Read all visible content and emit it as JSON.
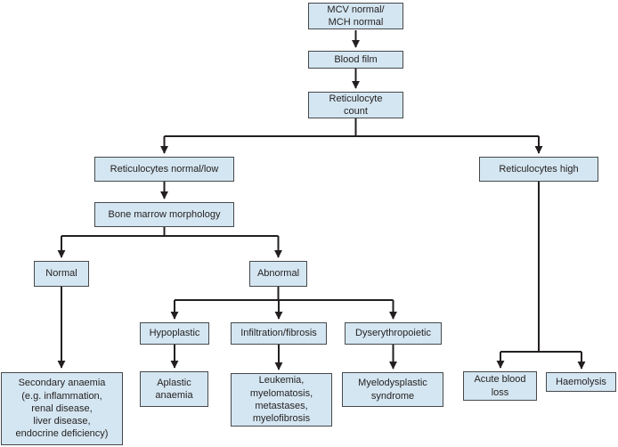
{
  "colors": {
    "background": "#ffffff",
    "node_fill": "#d4e6f1",
    "node_border": "#46494c",
    "connector": "#231f20",
    "text": "#231f20"
  },
  "diagram": {
    "type": "flowchart",
    "nodes": {
      "mcv_mch": {
        "label": "MCV normal/\nMCH normal"
      },
      "blood_film": {
        "label": "Blood film"
      },
      "reticulocyte_count": {
        "label": "Reticulocyte\ncount"
      },
      "retic_normal_low": {
        "label": "Reticulocytes normal/low"
      },
      "retic_high": {
        "label": "Reticulocytes high"
      },
      "bone_marrow": {
        "label": "Bone marrow morphology"
      },
      "normal": {
        "label": "Normal"
      },
      "abnormal": {
        "label": "Abnormal"
      },
      "hypoplastic": {
        "label": "Hypoplastic"
      },
      "infiltration_fibrosis": {
        "label": "Infiltration/fibrosis"
      },
      "dyserythropoietic": {
        "label": "Dyserythropoietic"
      },
      "secondary_anaemia": {
        "label": "Secondary anaemia\n(e.g. inflammation,\nrenal disease,\nliver disease,\nendocrine deficiency)"
      },
      "aplastic_anaemia": {
        "label": "Aplastic\nanaemia"
      },
      "leukemia_group": {
        "label": "Leukemia,\nmyelomatosis,\nmetastases,\nmyelofibrosis"
      },
      "myelodysplastic": {
        "label": "Myelodysplastic\nsyndrome"
      },
      "acute_blood_loss": {
        "label": "Acute blood\nloss"
      },
      "haemolysis": {
        "label": "Haemolysis"
      }
    },
    "edges": [
      {
        "from": "mcv_mch",
        "to": "blood_film"
      },
      {
        "from": "blood_film",
        "to": "reticulocyte_count"
      },
      {
        "from": "reticulocyte_count",
        "to": "retic_normal_low"
      },
      {
        "from": "reticulocyte_count",
        "to": "retic_high"
      },
      {
        "from": "retic_normal_low",
        "to": "bone_marrow"
      },
      {
        "from": "bone_marrow",
        "to": "normal"
      },
      {
        "from": "bone_marrow",
        "to": "abnormal"
      },
      {
        "from": "normal",
        "to": "secondary_anaemia"
      },
      {
        "from": "abnormal",
        "to": "hypoplastic"
      },
      {
        "from": "abnormal",
        "to": "infiltration_fibrosis"
      },
      {
        "from": "abnormal",
        "to": "dyserythropoietic"
      },
      {
        "from": "hypoplastic",
        "to": "aplastic_anaemia"
      },
      {
        "from": "infiltration_fibrosis",
        "to": "leukemia_group"
      },
      {
        "from": "dyserythropoietic",
        "to": "myelodysplastic"
      },
      {
        "from": "retic_high",
        "to": "acute_blood_loss"
      },
      {
        "from": "retic_high",
        "to": "haemolysis"
      }
    ]
  }
}
